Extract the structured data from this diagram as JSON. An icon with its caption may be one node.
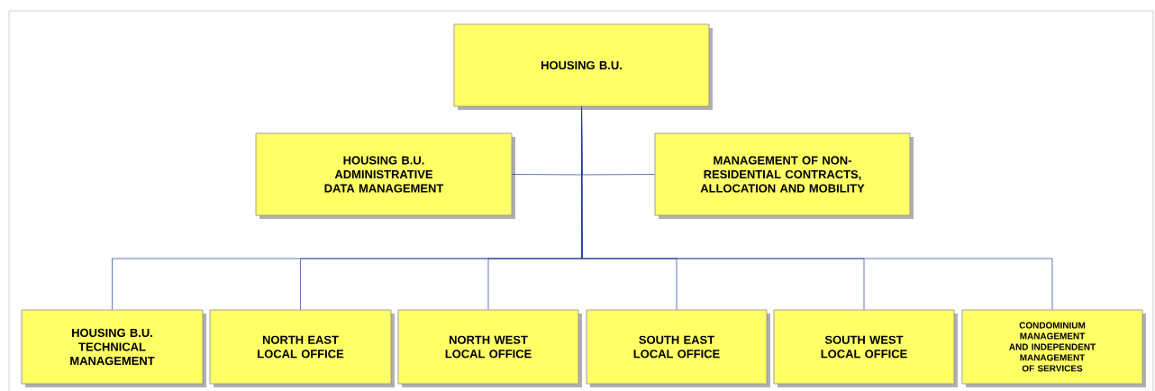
{
  "diagram": {
    "nodes": [
      {
        "text": [
          "HOUSING B.U."
        ]
      },
      {
        "text": [
          "HOUSING B.U. ADMINISTRATIVE DATA MANAGEMENT"
        ]
      },
      {
        "text": [
          "MANAGEMENT OF NON-RESIDENTIAL CONTRACTS, ALLOCATION AND MOBILITY"
        ]
      },
      {
        "text": [
          "HOUSING B.U. TECHNICAL MANAGEMENT"
        ]
      },
      {
        "text": [
          "NORTH EAST LOCAL OFFICE"
        ]
      },
      {
        "text": [
          "NORTH WEST LOCAL OFFICE"
        ]
      },
      {
        "text": [
          "SOUTH EAST LOCAL OFFICE"
        ]
      },
      {
        "text": [
          "SOUTH WEST LOCAL OFFICE"
        ]
      },
      {
        "text": [
          "CONDOMINIUM MANAGEMENT AND INDEPENDENT MANAGEMENT OF SERVICES"
        ]
      }
    ],
    "edges": [
      {
        "from": 0,
        "to": 1,
        "arrow": "none"
      },
      {
        "from": 0,
        "to": 2,
        "arrow": "none"
      },
      {
        "from": 0,
        "to": 3,
        "arrow": "none"
      },
      {
        "from": 0,
        "to": 4,
        "arrow": "none"
      },
      {
        "from": 0,
        "to": 5,
        "arrow": "none"
      },
      {
        "from": 0,
        "to": 6,
        "arrow": "none"
      },
      {
        "from": 0,
        "to": 7,
        "arrow": "none"
      },
      {
        "from": 0,
        "to": 8,
        "arrow": "none"
      }
    ]
  }
}
